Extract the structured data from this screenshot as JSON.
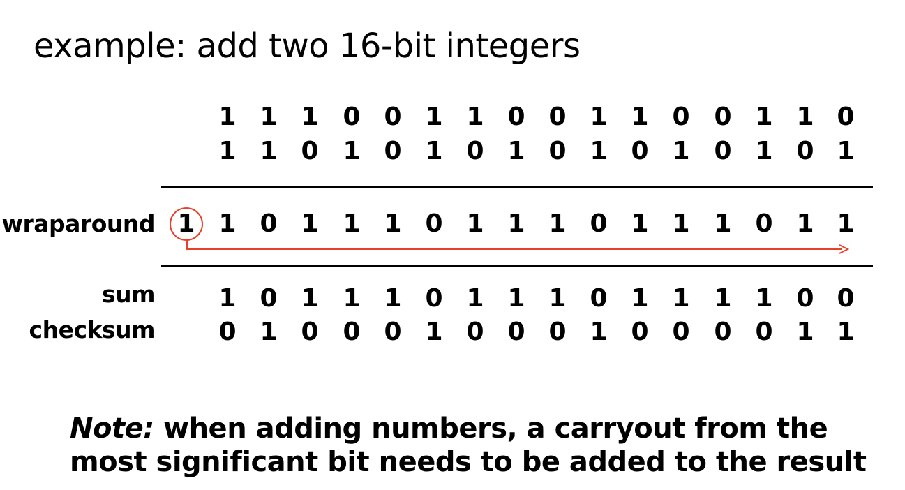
{
  "title": "example: add two 16-bit integers",
  "rows": {
    "a": [
      "1",
      "1",
      "1",
      "0",
      "0",
      "1",
      "1",
      "0",
      "0",
      "1",
      "1",
      "0",
      "0",
      "1",
      "1",
      "0"
    ],
    "b": [
      "1",
      "1",
      "0",
      "1",
      "0",
      "1",
      "0",
      "1",
      "0",
      "1",
      "0",
      "1",
      "0",
      "1",
      "0",
      "1"
    ],
    "wraparound_carry": "1",
    "wraparound": [
      "1",
      "0",
      "1",
      "1",
      "1",
      "0",
      "1",
      "1",
      "1",
      "0",
      "1",
      "1",
      "1",
      "0",
      "1",
      "1"
    ],
    "sum": [
      "1",
      "0",
      "1",
      "1",
      "1",
      "0",
      "1",
      "1",
      "1",
      "0",
      "1",
      "1",
      "1",
      "1",
      "0",
      "0"
    ],
    "checksum": [
      "0",
      "1",
      "0",
      "0",
      "0",
      "1",
      "0",
      "0",
      "0",
      "1",
      "0",
      "0",
      "0",
      "0",
      "1",
      "1"
    ]
  },
  "labels": {
    "wraparound": "wraparound",
    "sum": "sum",
    "checksum": "checksum"
  },
  "colors": {
    "accent": "#e8412a"
  },
  "note": {
    "lead": "Note:",
    "line1_rest": " when adding numbers, a carryout from the",
    "line2": "most significant bit needs to be added to the result"
  }
}
